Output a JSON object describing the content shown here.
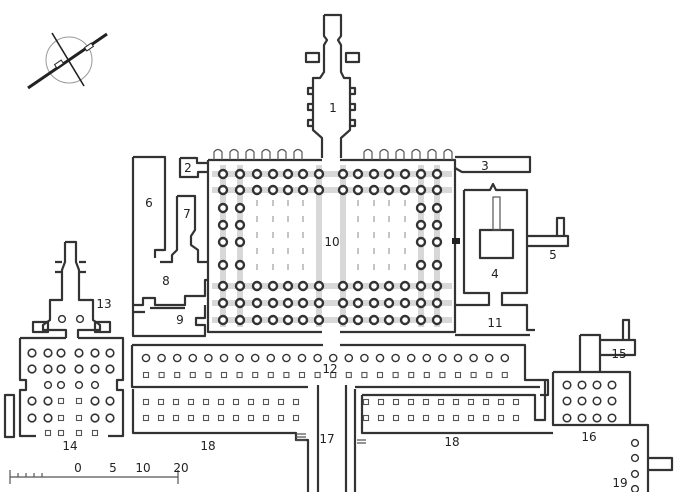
{
  "plan": {
    "room_labels": [
      "1",
      "2",
      "3",
      "4",
      "5",
      "6",
      "7",
      "8",
      "9",
      "10",
      "11",
      "12",
      "13",
      "14",
      "15",
      "16",
      "17",
      "18",
      "18",
      "19"
    ],
    "scale": {
      "ticks": [
        "0",
        "5",
        "10",
        "20"
      ]
    },
    "compass": "north-arrow-icon"
  },
  "colors": {
    "ink": "#333333",
    "band": "#d8d8d8"
  }
}
